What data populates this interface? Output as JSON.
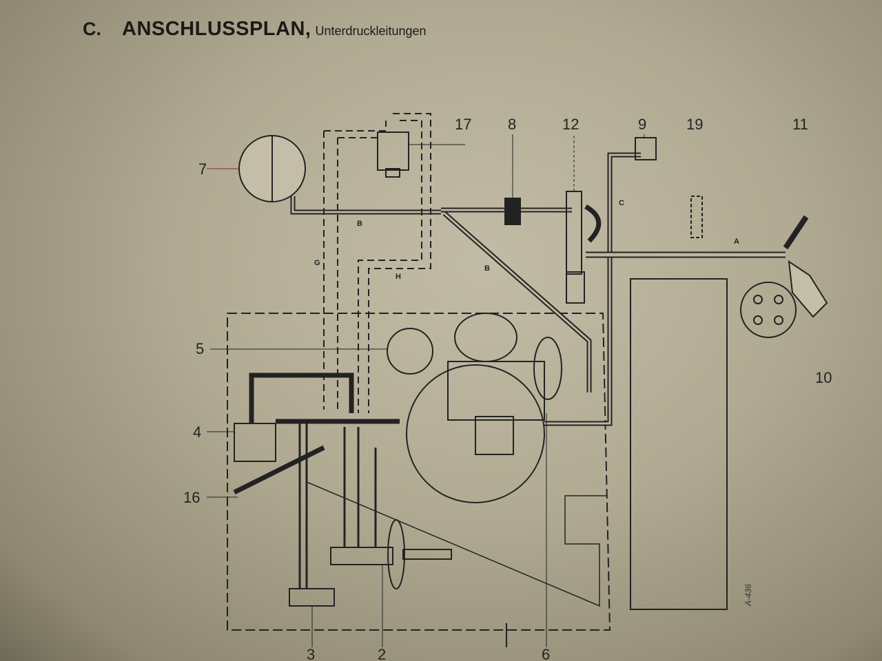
{
  "title": {
    "prefix": "C.",
    "main": "ANSCHLUSSPLAN,",
    "sub": "Unterdruckleitungen"
  },
  "part_labels": [
    "17",
    "8",
    "12",
    "9",
    "19",
    "11",
    "7",
    "5",
    "4",
    "16",
    "10",
    "3",
    "2",
    "6"
  ],
  "line_labels": {
    "b1": "B",
    "b2": "B",
    "b3": "B",
    "g": "G",
    "h": "H",
    "c": "C",
    "a": "A"
  },
  "drawing_code": "A-436"
}
